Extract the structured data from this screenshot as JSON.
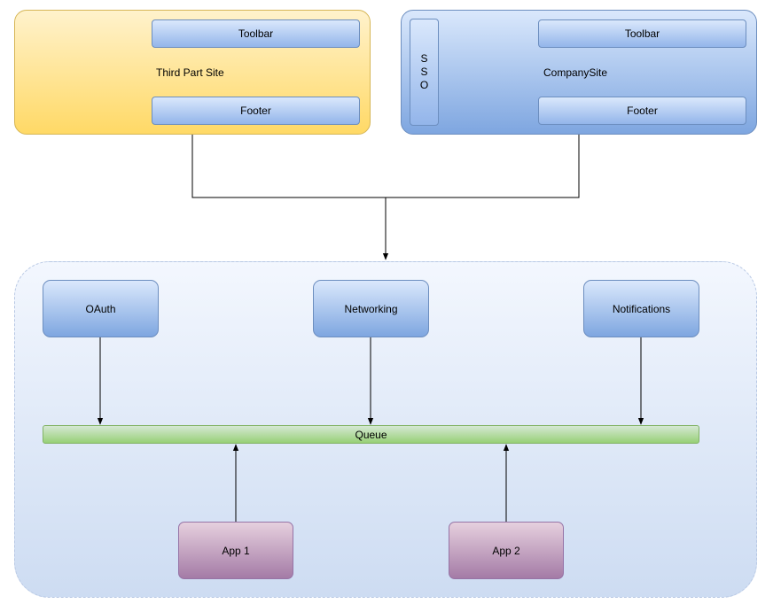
{
  "third_party_site": {
    "title": "Third Part Site",
    "toolbar": "Toolbar",
    "footer": "Footer"
  },
  "company_site": {
    "title": "CompanySite",
    "sso": [
      "S",
      "S",
      "O"
    ],
    "toolbar": "Toolbar",
    "footer": "Footer"
  },
  "backend": {
    "services": {
      "oauth": "OAuth",
      "networking": "Networking",
      "notifications": "Notifications"
    },
    "queue": "Queue",
    "apps": {
      "app1": "App 1",
      "app2": "App 2"
    }
  }
}
